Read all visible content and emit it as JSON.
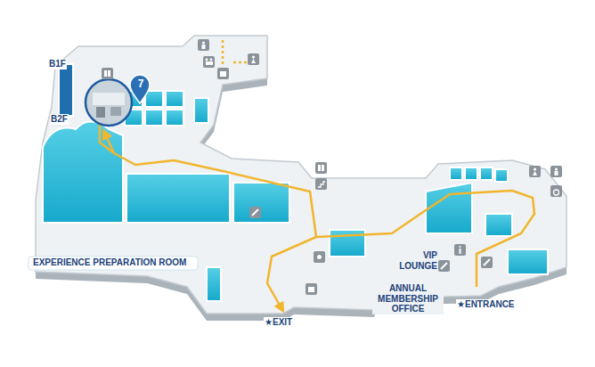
{
  "diagram": {
    "labels": [
      "B1F",
      "B2F",
      "7",
      "EXPERIENCE PREPARATION ROOM",
      "VIP LOUNGE",
      "ANNUAL MEMBERSHIP OFFICE",
      "★ENTRANCE",
      "★EXIT"
    ]
  }
}
